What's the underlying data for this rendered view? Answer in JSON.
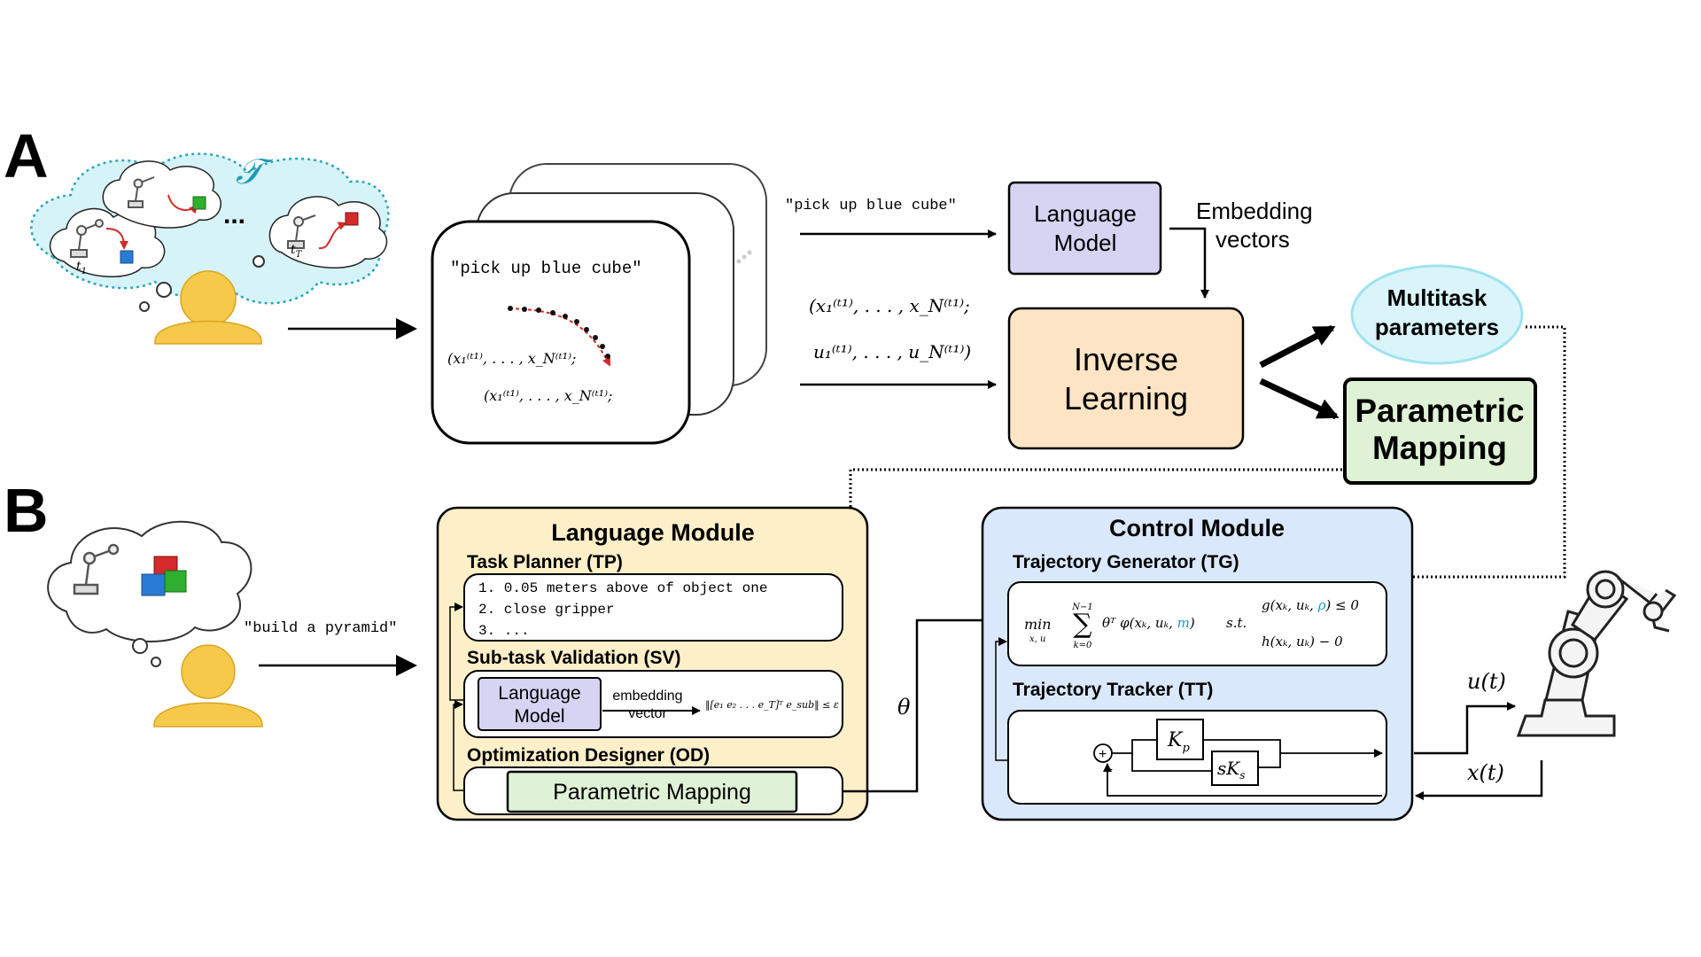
{
  "panels": {
    "a_label": "A",
    "b_label": "B"
  },
  "part_a": {
    "task_set_symbol": "𝒯",
    "ellipsis": "...",
    "t1": "t",
    "t1_sub": "1",
    "tT": "t",
    "tT_sub": "T",
    "card_prompt": "\"pick up blue cube\"",
    "card_traj1": "(x₁⁽ᵗ¹⁾, . . . , x_N⁽ᵗ¹⁾;",
    "card_traj2": "(x₁⁽ᵗ¹⁾, . . . , x_N⁽ᵗ¹⁾;",
    "prompt_in": "\"pick up blue cube\"",
    "language_model": [
      "Language",
      "Model"
    ],
    "embedding_vectors": [
      "Embedding",
      "vectors"
    ],
    "traj_x": "(x₁⁽ᵗ¹⁾, . . . , x_N⁽ᵗ¹⁾;",
    "traj_u": "u₁⁽ᵗ¹⁾, . . . , u_N⁽ᵗ¹⁾)",
    "inverse_learning": [
      "Inverse",
      "Learning"
    ],
    "multitask_parameters": [
      "Multitask",
      "parameters"
    ],
    "parametric_mapping": [
      "Parametric",
      "Mapping"
    ]
  },
  "part_b": {
    "prompt": "\"build a pyramid\"",
    "language_module": {
      "title": "Language Module",
      "tp_title": "Task Planner (TP)",
      "tp_items": [
        "1.  0.05 meters above of object one",
        "2.  close gripper",
        "3.  ..."
      ],
      "sv_title": "Sub-task Validation (SV)",
      "sv_lm": [
        "Language",
        "Model"
      ],
      "sv_embedding": [
        "embedding",
        "vector"
      ],
      "sv_formula": "‖[e₁  e₂ . . .  e_T]ᵀ e_sub‖ ≤ ε",
      "od_title": "Optimization Designer (OD)",
      "od_box": "Parametric Mapping"
    },
    "theta": "θ",
    "control_module": {
      "title": "Control Module",
      "tg_title": "Trajectory Generator (TG)",
      "tg_min": "min",
      "tg_min_sub": "x, u",
      "tg_sum_top": "N−1",
      "tg_sum_bottom": "k=0",
      "tg_obj_a": "θᵀ φ(x",
      "tg_obj_b": "ₖ, u",
      "tg_obj_c": "ₖ, ",
      "tg_obj_m": "m",
      "tg_obj_d": ")",
      "tg_st": "s.t.",
      "tg_g_a": "g(xₖ, uₖ, ",
      "tg_g_rho": "ρ",
      "tg_g_b": ") ≤ 0",
      "tg_h": "h(xₖ, uₖ) − 0",
      "tt_title": "Trajectory Tracker (TT)",
      "kp": "K",
      "kp_sub": "p",
      "sks": "sK",
      "sks_sub": "s",
      "plus": "+",
      "minus": "−"
    },
    "u_t": "u(t)",
    "x_t": "x(t)"
  },
  "colors": {
    "cloud_fill": "#d6f3f8",
    "cloud_stroke": "#2aa7b8",
    "person": "#f6c94a",
    "person_stroke": "#d9a520",
    "lm_fill": "#d6d4f2",
    "inv_fill": "#fde4c4",
    "multi_fill": "#d9f5fa",
    "multi_stroke": "#9fe3ee",
    "pm_fill": "#e0f2d6",
    "lang_module_fill": "#fdefc8",
    "control_module_fill": "#d9e8fb",
    "teal_var": "#1c9bb3",
    "red_arrow": "#d42a2a"
  }
}
